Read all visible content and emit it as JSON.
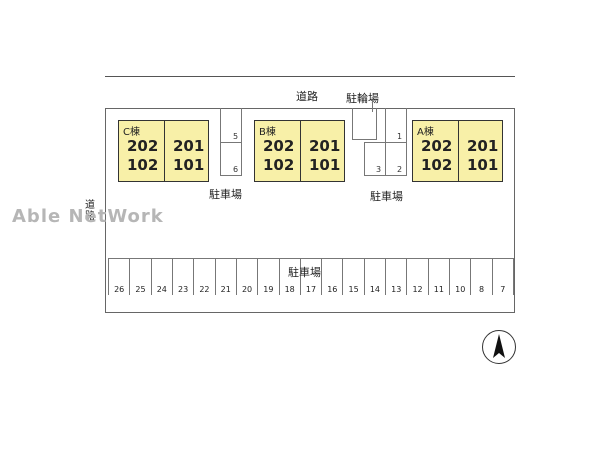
{
  "labels": {
    "road_top": "道路",
    "road_left": "道路",
    "bicycle_parking": "駐輪場",
    "parking_mid": "駐車場",
    "parking_right": "駐車場",
    "parking_bottom": "駐車場"
  },
  "watermark": "Able NetWork",
  "buildings": [
    {
      "name": "C棟",
      "units": [
        "202",
        "201",
        "102",
        "101"
      ]
    },
    {
      "name": "B棟",
      "units": [
        "202",
        "201",
        "102",
        "101"
      ]
    },
    {
      "name": "A棟",
      "units": [
        "202",
        "201",
        "102",
        "101"
      ]
    }
  ],
  "slots_small": [
    "5",
    "6",
    "1",
    "3",
    "2"
  ],
  "parking_row": [
    "26",
    "25",
    "24",
    "23",
    "22",
    "21",
    "20",
    "19",
    "18",
    "17",
    "16",
    "15",
    "14",
    "13",
    "12",
    "11",
    "10",
    "8",
    "7"
  ],
  "colors": {
    "building_fill": "#f8f0a8",
    "watermark": "#b6b6b6"
  },
  "compass_icon": "north-arrow-icon"
}
